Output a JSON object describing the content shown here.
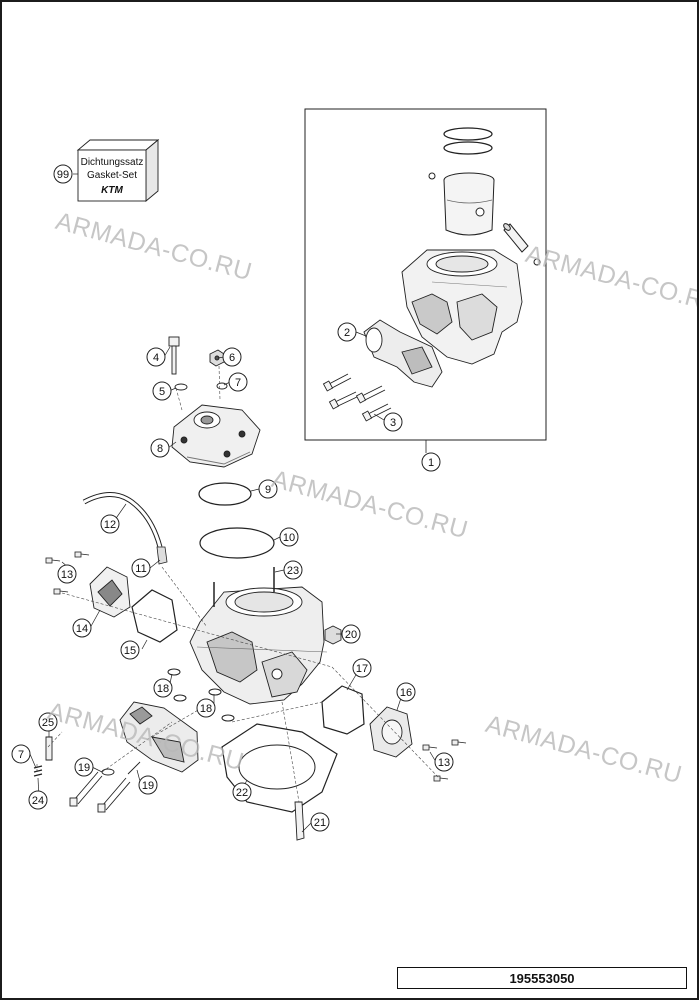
{
  "gasket_box": {
    "line1": "Dichtungssatz",
    "line2": "Gasket-Set",
    "logo": "KTM"
  },
  "drawing_number": "195553050",
  "watermarks": [
    "ARMADA-CO.RU",
    "ARMADA-CO.RU",
    "ARMADA-CO.RU",
    "ARMADA-CO.RU",
    "ARMADA-CO.RU"
  ],
  "callouts": [
    "99",
    "2",
    "3",
    "4",
    "5",
    "6",
    "7",
    "8",
    "1",
    "9",
    "10",
    "11",
    "12",
    "13",
    "14",
    "15",
    "23",
    "20",
    "17",
    "16",
    "18",
    "18",
    "25",
    "7",
    "19",
    "19",
    "24",
    "22",
    "13",
    "21"
  ],
  "colors": {
    "line": "#222222",
    "watermark": "#b9b9b9",
    "part_fill": "#f2f2f2",
    "part_shade": "#9a9a9a"
  }
}
